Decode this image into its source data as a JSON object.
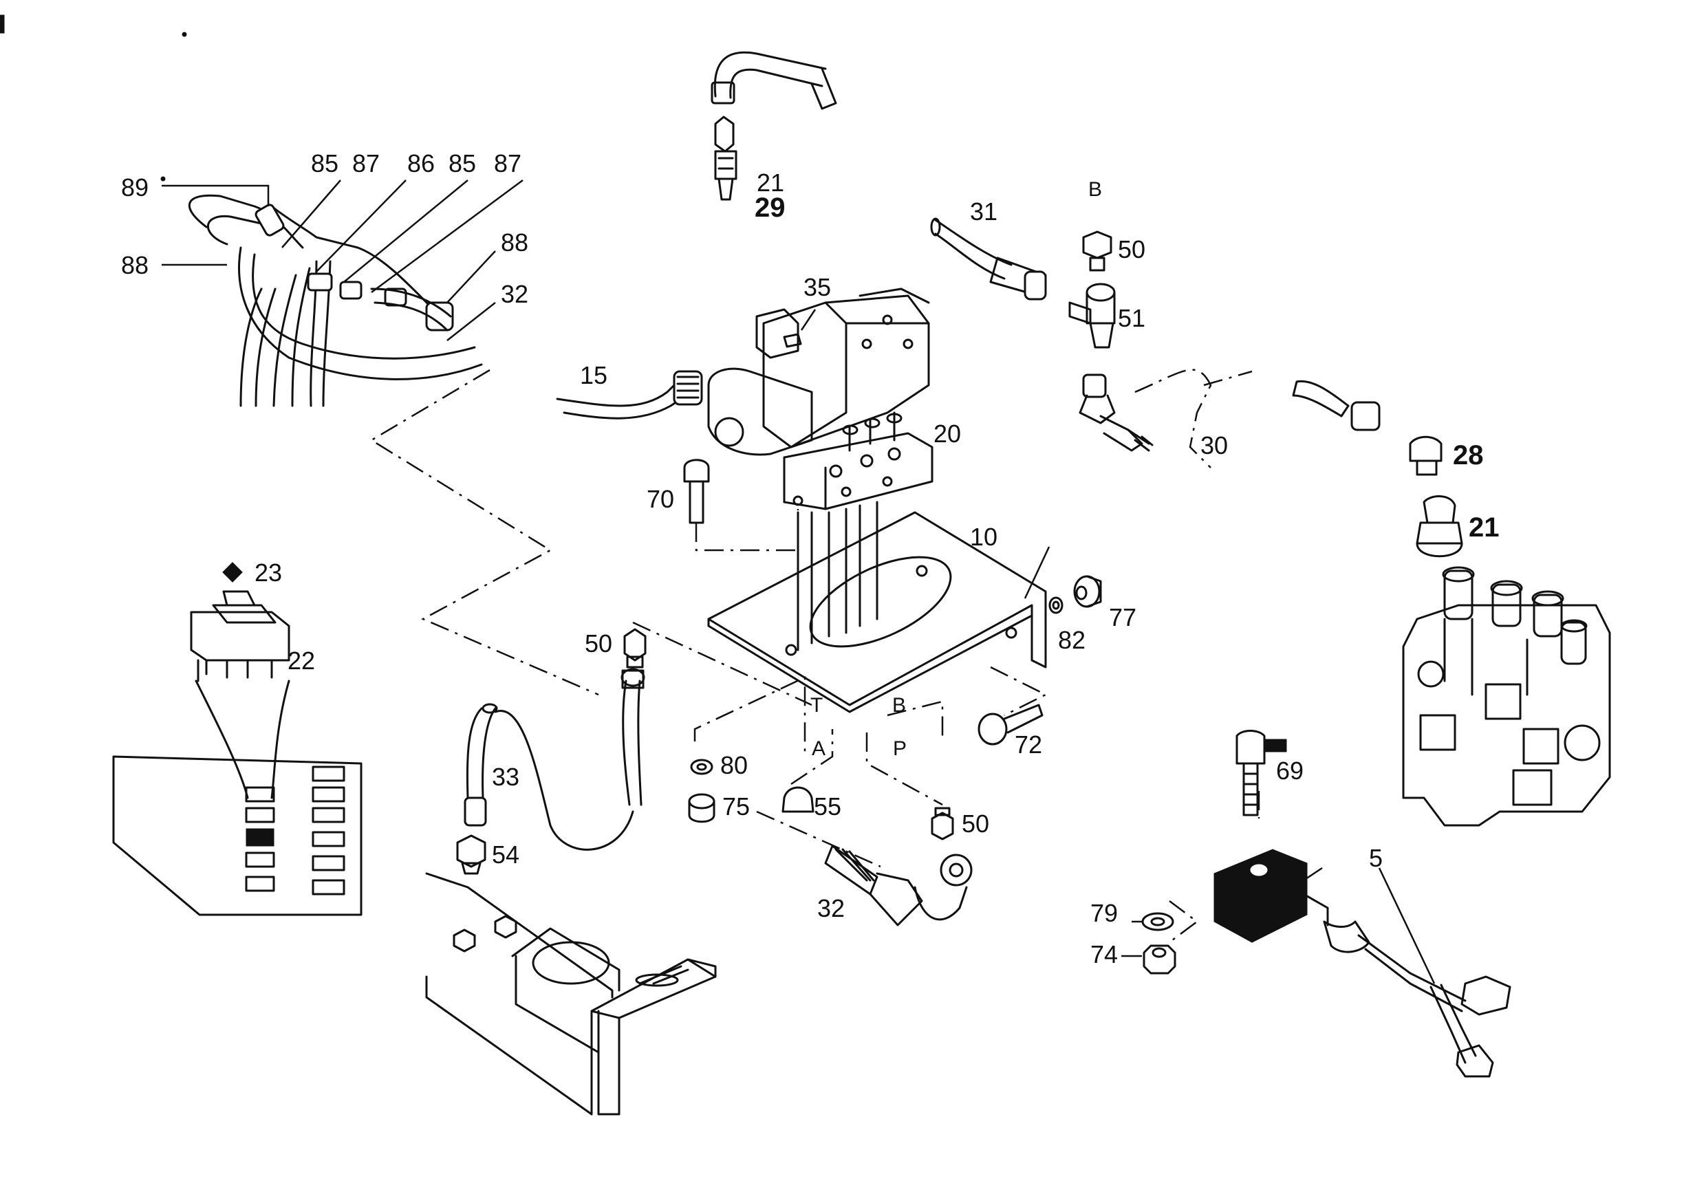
{
  "labels": {
    "p89": "89",
    "p88a": "88",
    "p85a": "85",
    "p87a": "87",
    "p86": "86",
    "p85b": "85",
    "p87b": "87",
    "p88b": "88",
    "p32a": "32",
    "p21a": "21",
    "p29": "29",
    "p31": "31",
    "pB1": "B",
    "p50a": "50",
    "p51": "51",
    "p35": "35",
    "p15": "15",
    "p20": "20",
    "p70": "70",
    "p30": "30",
    "p28": "28",
    "p21b": "21",
    "p10": "10",
    "p77": "77",
    "p82": "82",
    "p23": "23",
    "p22": "22",
    "p50b": "50",
    "pT": "T",
    "pB2": "B",
    "pA": "A",
    "pP": "P",
    "p72": "72",
    "p80": "80",
    "p75": "75",
    "p55": "55",
    "p50c": "50",
    "p33": "33",
    "p54": "54",
    "p32b": "32",
    "p69": "69",
    "p5": "5",
    "p79": "79",
    "p74": "74"
  }
}
